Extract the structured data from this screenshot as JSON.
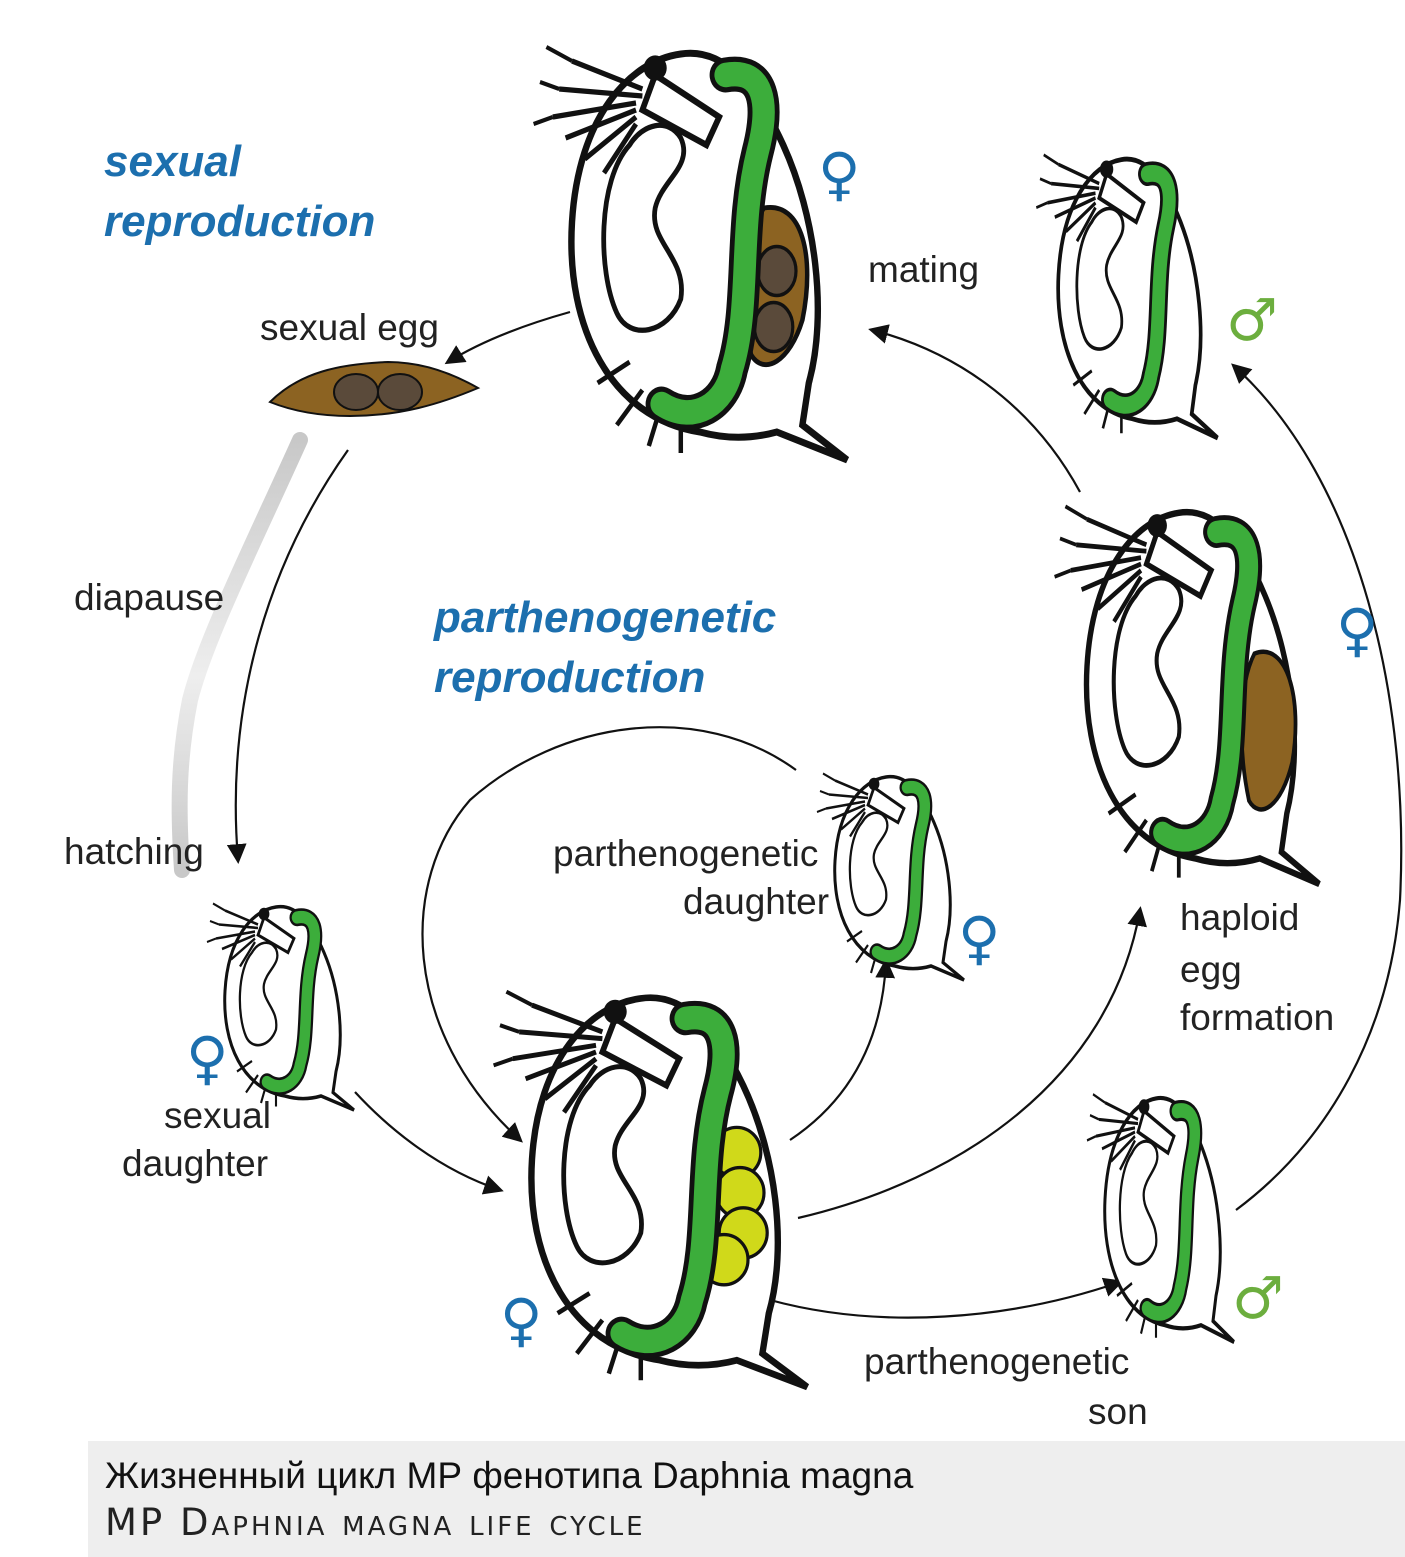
{
  "headings": {
    "sexual_line1": "sexual",
    "sexual_line2": "reproduction",
    "parth_line1": "parthenogenetic",
    "parth_line2": "reproduction"
  },
  "labels": {
    "sexual_egg": "sexual egg",
    "mating": "mating",
    "diapause": "diapause",
    "hatching": "hatching",
    "sexual_daughter_1": "sexual",
    "sexual_daughter_2": "daughter",
    "parth_daughter_1": "parthenogenetic",
    "parth_daughter_2": "daughter",
    "haploid_1": "haploid",
    "haploid_2": "egg",
    "haploid_3": "formation",
    "parth_son_1": "parthenogenetic",
    "parth_son_2": "son"
  },
  "symbols": {
    "female": "♀",
    "male": "♂"
  },
  "caption": {
    "russian": "Жизненный цикл МР фенотипа Daphnia magna",
    "english": "MP Daphnia magna life cycle"
  },
  "colors": {
    "heading_blue": "#1c6fae",
    "female_blue": "#1c6fae",
    "male_green": "#6cae3e",
    "gut_green": "#3cad3b",
    "egg_brown": "#8c6322",
    "parth_egg_yellow": "#d0d91a",
    "diapause_gray": "#cfcfcf",
    "caption_bg": "#eeeeee"
  },
  "icons": {
    "daphnia": "daphnia-icon",
    "egg": "egg-icon",
    "arrow": "arrow-icon"
  }
}
